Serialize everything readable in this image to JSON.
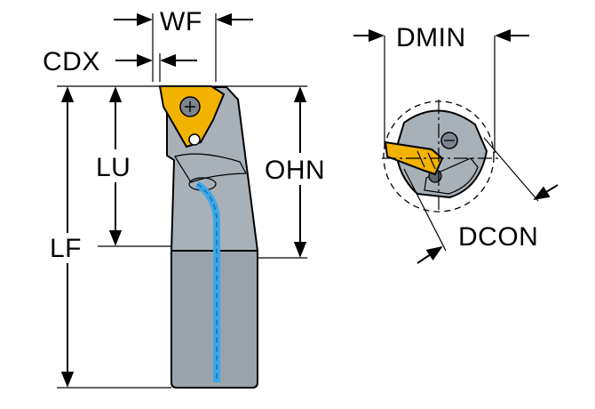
{
  "labels": {
    "wf": "WF",
    "cdx": "CDX",
    "lu": "LU",
    "lf": "LF",
    "ohn": "OHN",
    "dmin": "DMIN",
    "dcon": "DCON"
  },
  "colors": {
    "body": "#a8b0b8",
    "body_dark": "#8a939c",
    "shank": "#9aa3ab",
    "insert": "#f2b200",
    "coolant": "#3aa8e8",
    "coolant_dark": "#1c6fb0",
    "outline": "#000000"
  }
}
